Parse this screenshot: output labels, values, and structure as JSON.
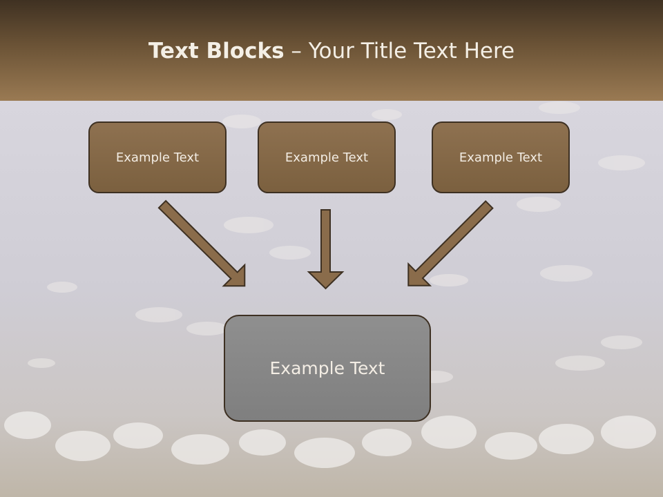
{
  "header": {
    "title_bold": "Text Blocks",
    "title_rest": " – Your Title Text Here"
  },
  "boxes": [
    {
      "label": "Example Text"
    },
    {
      "label": "Example Text"
    },
    {
      "label": "Example Text"
    }
  ],
  "main_box": {
    "label": "Example Text"
  },
  "colors": {
    "header_top": "#3f3122",
    "header_bottom": "#9a7a53",
    "box_fill": "#7f6443",
    "box_border": "#3d3022",
    "arrow_fill": "#8a6c4b",
    "main_box_fill": "#878787",
    "text_light": "#f3ede4"
  }
}
